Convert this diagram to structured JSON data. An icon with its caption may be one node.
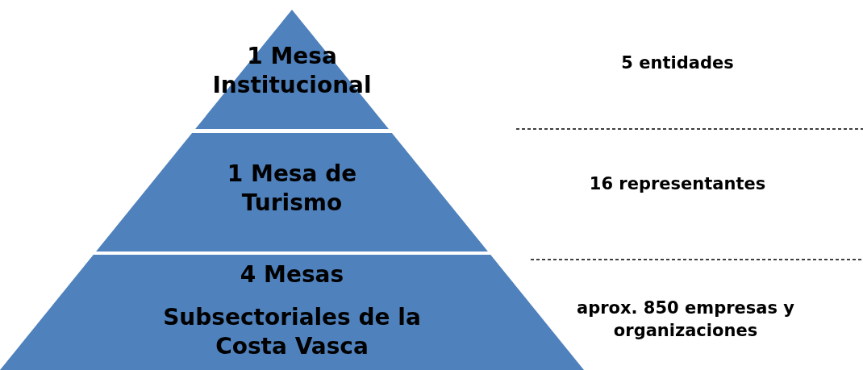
{
  "diagram": {
    "nodes": [
      {
        "text": [
          "1 Mesa Institucional"
        ]
      },
      {
        "text": [
          "1 Mesa de Turismo"
        ]
      },
      {
        "text": [
          "4 Mesas",
          "Subsectoriales de la Costa Vasca"
        ]
      }
    ],
    "labels": [
      "5 entidades",
      "16 representantes",
      "aprox. 850 empresas y organizaciones"
    ]
  }
}
